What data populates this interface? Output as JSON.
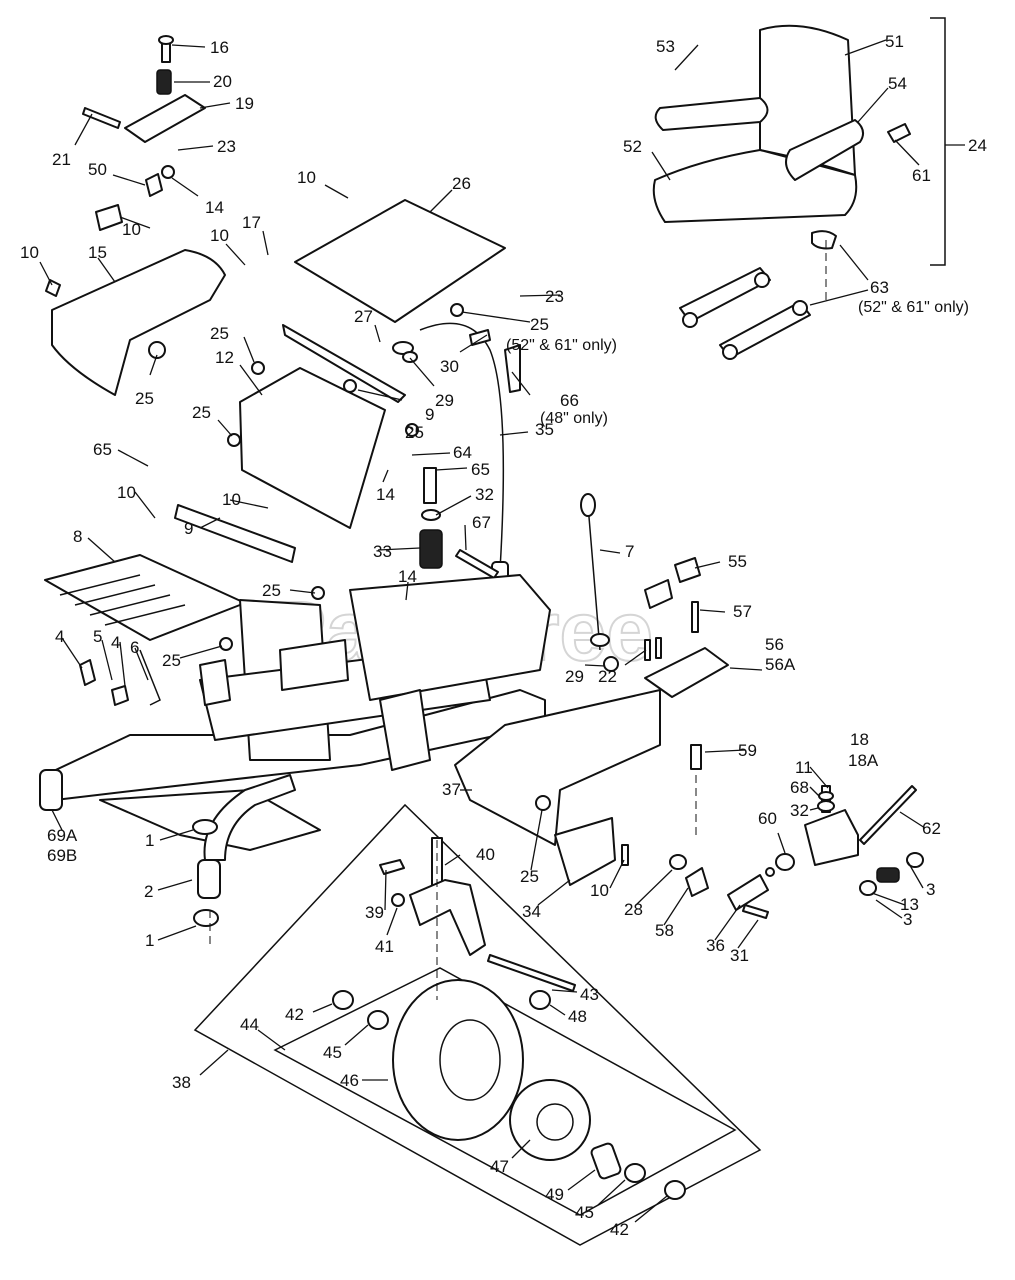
{
  "watermark": "PartsTree",
  "callouts": {
    "c1a": "1",
    "c1b": "1",
    "c2": "2",
    "c3a": "3",
    "c3b": "3",
    "c4a": "4",
    "c4b": "4",
    "c5": "5",
    "c6": "6",
    "c7": "7",
    "c8": "8",
    "c9a": "9",
    "c9b": "9",
    "c10a": "10",
    "c10b": "10",
    "c10c": "10",
    "c10d": "10",
    "c10e": "10",
    "c10f": "10",
    "c10g": "10",
    "c11": "11",
    "c12": "12",
    "c13": "13",
    "c14a": "14",
    "c14b": "14",
    "c14c": "14",
    "c15": "15",
    "c16": "16",
    "c17": "17",
    "c18": "18",
    "c18a": "18A",
    "c19": "19",
    "c20": "20",
    "c21": "21",
    "c22": "22",
    "c23a": "23",
    "c23b": "23",
    "c24": "24",
    "c25a": "25",
    "c25b": "25",
    "c25c": "25",
    "c25d": "25",
    "c25e": "25",
    "c25f": "25",
    "c25g": "25",
    "c25h": "25",
    "c26": "26",
    "c27": "27",
    "c28": "28",
    "c29a": "29",
    "c29b": "29",
    "c30": "30",
    "c31": "31",
    "c32a": "32",
    "c32b": "32",
    "c33": "33",
    "c34": "34",
    "c35": "35",
    "c36": "36",
    "c37": "37",
    "c38": "38",
    "c39": "39",
    "c40": "40",
    "c41": "41",
    "c42a": "42",
    "c42b": "42",
    "c43": "43",
    "c44": "44",
    "c45a": "45",
    "c45b": "45",
    "c46": "46",
    "c47": "47",
    "c48": "48",
    "c49": "49",
    "c50": "50",
    "c51": "51",
    "c52": "52",
    "c53": "53",
    "c54": "54",
    "c55": "55",
    "c56": "56",
    "c56a": "56A",
    "c57": "57",
    "c58": "58",
    "c59": "59",
    "c60": "60",
    "c61": "61",
    "c62": "62",
    "c63": "63",
    "c64": "64",
    "c65a": "65",
    "c65b": "65",
    "c66": "66",
    "c67": "67",
    "c68": "68",
    "c69a": "69A",
    "c69b": "69B"
  },
  "notes": {
    "n25": "(52\" & 61\" only)",
    "n66": "(48\" only)",
    "n63": "(52\" & 61\" only)"
  }
}
